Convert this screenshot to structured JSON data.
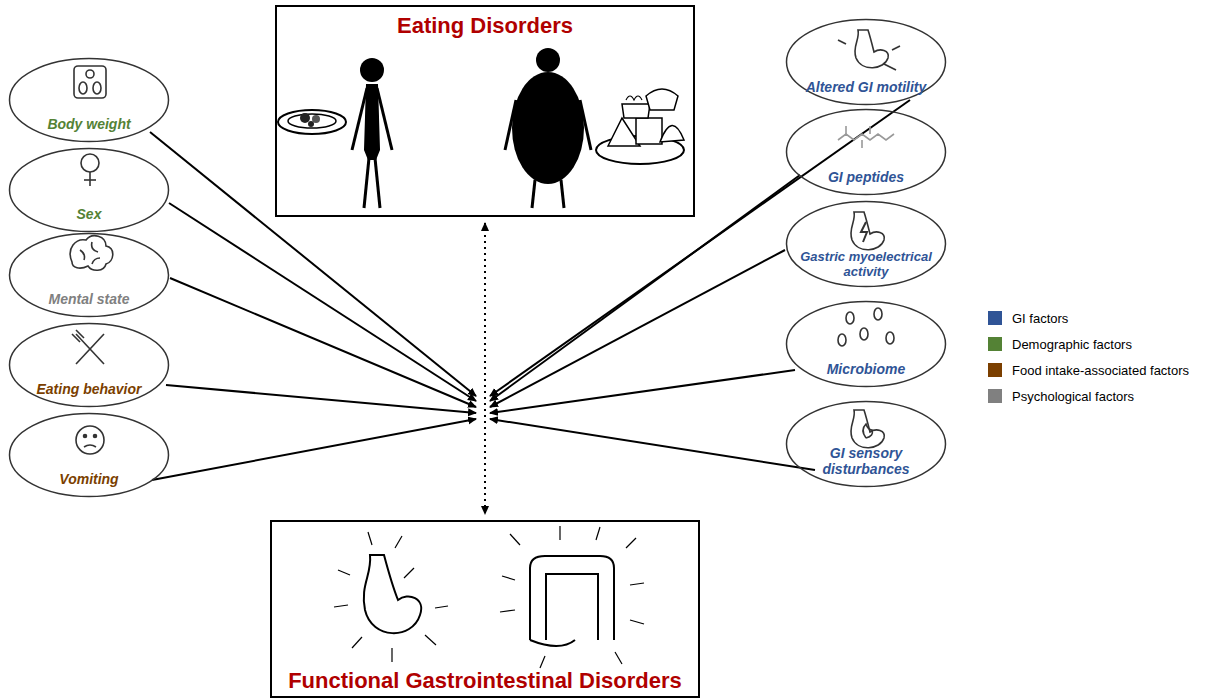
{
  "diagram": {
    "nodes": [
      {
        "text": [
          "Eating Disorders"
        ]
      },
      {
        "text": [
          "Body weight"
        ]
      },
      {
        "text": [
          "Sex"
        ]
      },
      {
        "text": [
          "Mental state"
        ]
      },
      {
        "text": [
          "Eating behavior"
        ]
      },
      {
        "text": [
          "Vomiting"
        ]
      },
      {
        "text": [
          "Altered GI motility"
        ]
      },
      {
        "text": [
          "GI peptides"
        ]
      },
      {
        "text": [
          "Gastric myoelectrical activity"
        ]
      },
      {
        "text": [
          "Microbiome"
        ]
      },
      {
        "text": [
          "GI sensory disturbances"
        ]
      },
      {
        "text": [
          "Functional Gastrointestinal Disorders"
        ]
      }
    ],
    "edges": [
      {
        "from": 0,
        "to": 11,
        "arrow": "both"
      }
    ],
    "legend": [
      {
        "text": "GI factors",
        "color": "#2f5496"
      },
      {
        "text": "Demographic factors",
        "color": "#548235"
      },
      {
        "text": "Food intake-associated factors",
        "color": "#7b3f00"
      },
      {
        "text": "Psychological factors",
        "color": "#808080"
      }
    ]
  }
}
